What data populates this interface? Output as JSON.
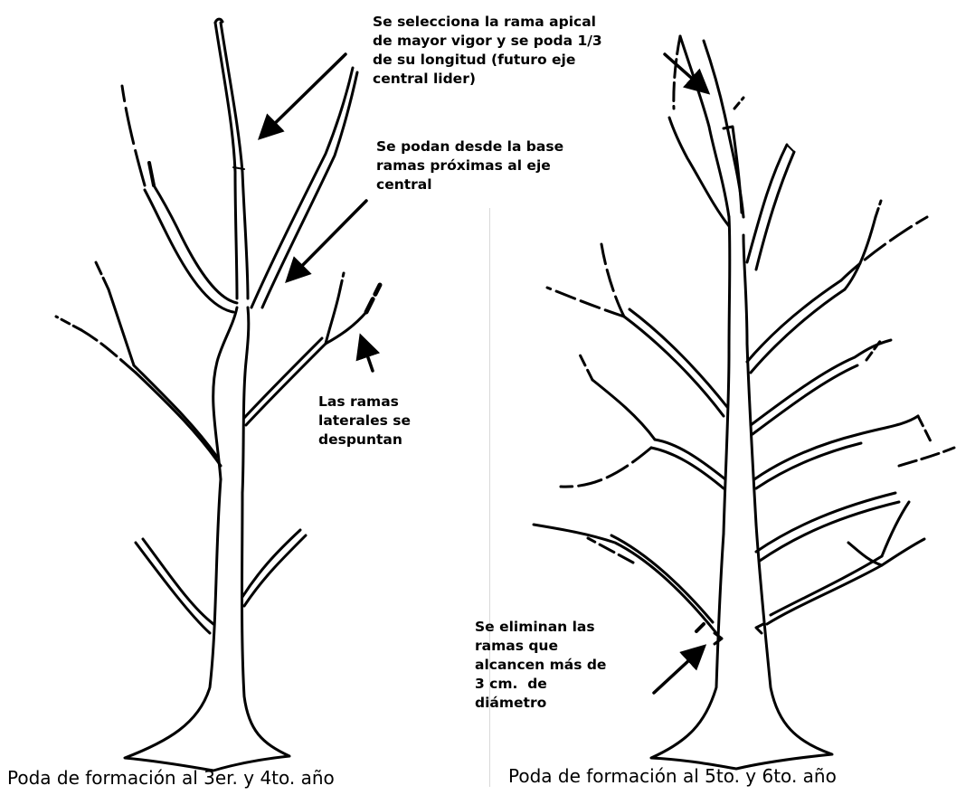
{
  "annotations": {
    "apical_branch": "Se selecciona la rama apical\nde mayor vigor y se poda 1/3\nde su longitud (futuro eje\ncentral lider)",
    "base_pruning": "Se podan desde la base\nramas próximas al eje\ncentral",
    "lateral_tips": "Las ramas\nlaterales se\ndespuntan",
    "remove_thick": "Se eliminan las\nramas que\nalcancen más de\n3 cm.  de\ndiámetro"
  },
  "captions": {
    "left": "Poda de formación al 3er. y 4to. año",
    "right": "Poda de formación al 5to. y 6to. año"
  },
  "colors": {
    "ink": "#000000",
    "background": "#ffffff"
  }
}
